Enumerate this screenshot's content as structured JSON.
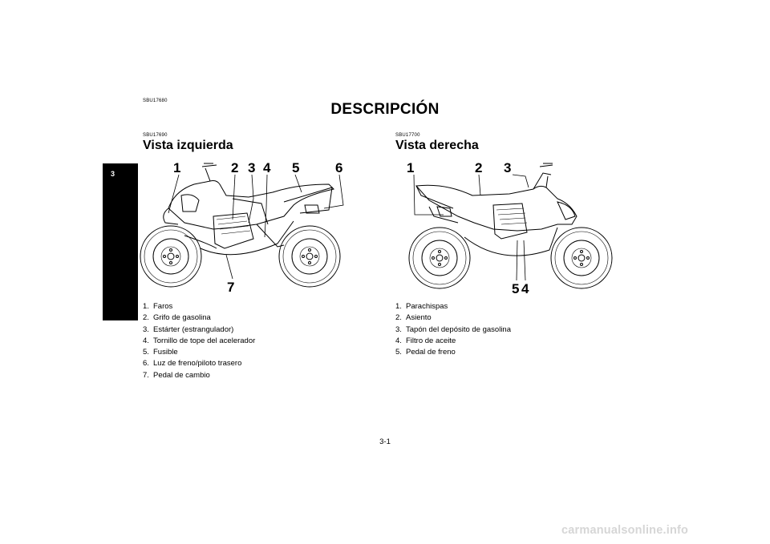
{
  "document": {
    "chapter_tab": "3",
    "top_code": "SBU17680",
    "title": "DESCRIPCIÓN",
    "page_number": "3-1",
    "watermark": "carmanualsonline.info"
  },
  "left_view": {
    "code": "SBU17690",
    "title": "Vista izquierda",
    "callouts": [
      "1",
      "2",
      "3",
      "4",
      "5",
      "6",
      "7"
    ],
    "legend": [
      {
        "num": "1.",
        "text": "Faros"
      },
      {
        "num": "2.",
        "text": "Grifo de gasolina"
      },
      {
        "num": "3.",
        "text": "Estárter (estrangulador)"
      },
      {
        "num": "4.",
        "text": "Tornillo de tope del acelerador"
      },
      {
        "num": "5.",
        "text": "Fusible"
      },
      {
        "num": "6.",
        "text": "Luz de freno/piloto trasero"
      },
      {
        "num": "7.",
        "text": "Pedal de cambio"
      }
    ]
  },
  "right_view": {
    "code": "SBU17700",
    "title": "Vista derecha",
    "callouts": [
      "1",
      "2",
      "3",
      "5",
      "4"
    ],
    "legend": [
      {
        "num": "1.",
        "text": "Parachispas"
      },
      {
        "num": "2.",
        "text": "Asiento"
      },
      {
        "num": "3.",
        "text": "Tapón del depósito de gasolina"
      },
      {
        "num": "4.",
        "text": "Filtro de aceite"
      },
      {
        "num": "5.",
        "text": "Pedal de freno"
      }
    ]
  }
}
